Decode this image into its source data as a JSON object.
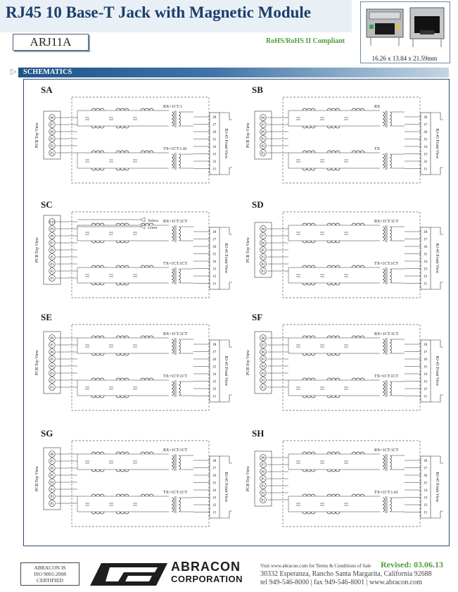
{
  "header": {
    "title": "RJ45 10 Base-T Jack with Magnetic Module",
    "part_number": "ARJ11A",
    "compliance": "RoHS/RoHS II Compliant",
    "dimensions": "16.26 x 13.84 x 21.59mm"
  },
  "section": {
    "title": "SCHEMATICS"
  },
  "schematics": [
    {
      "id": "SA",
      "rx": "RX=1CT:1",
      "tx": "TX=1CT:1.41",
      "pcb_label": "PCB Top View",
      "rj_label": "RJ-45 Front View",
      "pins": [
        "P8",
        "P7",
        "P6",
        "P3",
        "P2",
        "P1"
      ],
      "jpins": [
        "J8",
        "J7",
        "J6",
        "J5",
        "J4",
        "J3",
        "J2",
        "J1"
      ]
    },
    {
      "id": "SB",
      "rx": "RX",
      "tx": "TX",
      "pcb_label": "PCB Top View",
      "rj_label": "RJ-45 Front View",
      "pins": [
        "P8",
        "P7",
        "P6",
        "P3",
        "P2",
        "P1"
      ],
      "jpins": [
        "J8",
        "J7",
        "J6",
        "J5",
        "J4",
        "J3",
        "J2",
        "J1"
      ]
    },
    {
      "id": "SC",
      "rx": "RX=1CT:1CT",
      "tx": "TX=1CT:1CT",
      "pcb_label": "PCB Top View",
      "rj_label": "RJ-45 Front View",
      "pins": [
        "P10",
        "P9",
        "P8",
        "P7",
        "P6",
        "P5",
        "P3",
        "P2",
        "P1"
      ],
      "jpins": [
        "J8",
        "J7",
        "J6",
        "J5",
        "J4",
        "J3",
        "J2",
        "J1"
      ],
      "led_labels": [
        "Yellow",
        "Green"
      ]
    },
    {
      "id": "SD",
      "rx": "RX=1CT:1CT",
      "tx": "TX=1CT:1CT",
      "pcb_label": "PCB Top View",
      "rj_label": "RJ-45 Front View",
      "pins": [
        "P8",
        "P7",
        "P6",
        "P5",
        "P3",
        "P2",
        "P1"
      ],
      "jpins": [
        "J8",
        "J7",
        "J6",
        "J5",
        "J4",
        "J3",
        "J2",
        "J1"
      ]
    },
    {
      "id": "SE",
      "rx": "RX=1CT:1CT",
      "tx": "TX=1CT:1CT",
      "pcb_label": "PCB Top View",
      "rj_label": "RJ-45 Front View",
      "pins": [
        "P8",
        "P7",
        "P6",
        "P5",
        "P4",
        "P3",
        "P2",
        "P1"
      ],
      "jpins": [
        "J8",
        "J7",
        "J6",
        "J5",
        "J4",
        "J3",
        "J2",
        "J1"
      ]
    },
    {
      "id": "SF",
      "rx": "RX=1CT:1CT",
      "tx": "TX=1CT:1CT",
      "pcb_label": "PCB Top View",
      "rj_label": "RJ-45 Front View",
      "pins": [
        "P8",
        "P7",
        "P6",
        "P5",
        "P4",
        "P3",
        "P2",
        "P1"
      ],
      "jpins": [
        "J8",
        "J7",
        "J6",
        "J5",
        "J4",
        "J3",
        "J2",
        "J1"
      ]
    },
    {
      "id": "SG",
      "rx": "RX=1CT:1CT",
      "tx": "TX=1CT:1CT",
      "pcb_label": "PCB Top View",
      "rj_label": "RJ-45 Front View",
      "pins": [
        "P8",
        "P7",
        "P6",
        "P5",
        "P4",
        "P3",
        "P2",
        "P1"
      ],
      "jpins": [
        "J8",
        "J7",
        "J6",
        "J5",
        "J4",
        "J3",
        "J2",
        "J1"
      ]
    },
    {
      "id": "SH",
      "rx": "RX=1CT:1CT",
      "tx": "TX=1CT:1.41",
      "pcb_label": "PCB Top View",
      "rj_label": "RJ-45 Front View",
      "pins": [
        "P8",
        "P7",
        "P6",
        "P5",
        "P3",
        "P2",
        "P1"
      ],
      "jpins": [
        "J8",
        "J7",
        "J6",
        "J5",
        "J4",
        "J3",
        "J2",
        "J1"
      ]
    }
  ],
  "footer": {
    "cert_line1": "ABRACON IS",
    "cert_line2": "ISO 9001:2008",
    "cert_line3": "CERTIFIED",
    "company": "ABRACON",
    "company_sub": "CORPORATION",
    "visit": "Visit www.abracon.com for Terms & Conditions of Sale",
    "revised": "Revised: 03.06.13",
    "address": "30332 Esperanza, Rancho Santa Margarita, California 92688",
    "contact": "tel 949-546-8000 | fax 949-546-8001 | www.abracon.com"
  },
  "colors": {
    "title": "#1b3e6b",
    "rohs": "#4f9c3a",
    "section_bar": "#1f5488"
  }
}
